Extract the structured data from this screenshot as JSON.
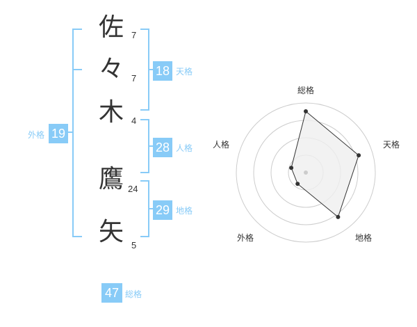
{
  "name_chars": [
    {
      "char": "佐",
      "strokes": "7"
    },
    {
      "char": "々",
      "strokes": "7"
    },
    {
      "char": "木",
      "strokes": "4"
    },
    {
      "char": "鷹",
      "strokes": "24"
    },
    {
      "char": "矢",
      "strokes": "5"
    }
  ],
  "fortunes": {
    "tenkaku": {
      "value": "18",
      "label": "天格"
    },
    "jinkaku": {
      "value": "28",
      "label": "人格"
    },
    "chikaku": {
      "value": "29",
      "label": "地格"
    },
    "gaikaku": {
      "value": "19",
      "label": "外格"
    },
    "soukaku": {
      "value": "47",
      "label": "総格"
    }
  },
  "chart_data": {
    "type": "radar",
    "axes": [
      "総格",
      "天格",
      "地格",
      "外格",
      "人格"
    ],
    "values": [
      0.88,
      0.8,
      0.79,
      0.2,
      0.22
    ],
    "scale_max": 1,
    "rings": 4,
    "colors": {
      "line": "#333333",
      "fill": "#efefef",
      "ring": "#cccccc",
      "center": "#cccccc"
    }
  },
  "colors": {
    "accent": "#88cbf7",
    "text": "#333333"
  }
}
